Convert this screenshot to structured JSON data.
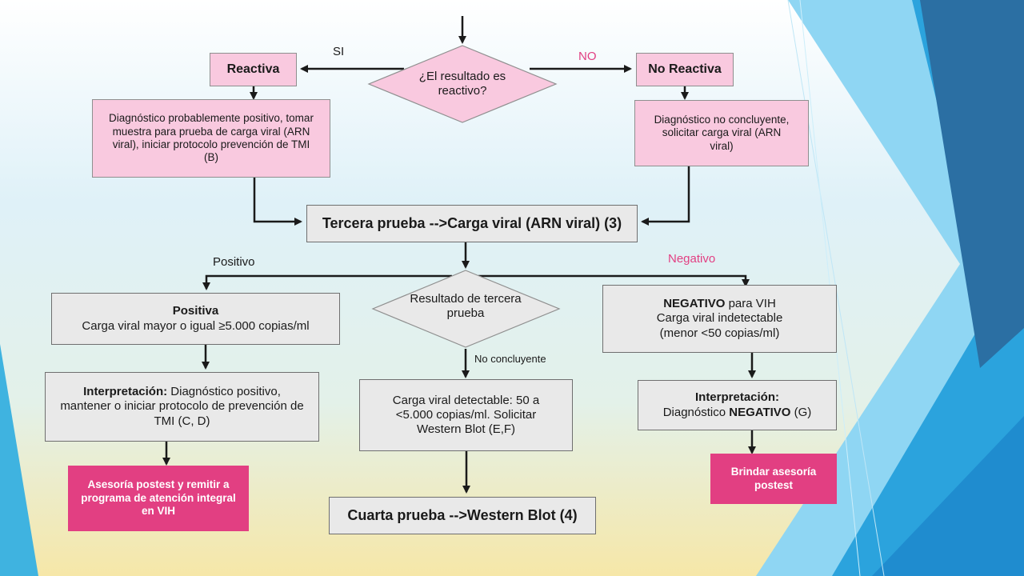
{
  "colors": {
    "pink_fill": "#f9c9df",
    "grey_fill": "#e9e9e9",
    "magenta_fill": "#e23f82",
    "negative_label": "#e23f82",
    "arrow": "#1a1a1a"
  },
  "decision1": {
    "text": "¿El resultado es reactivo?"
  },
  "branch_labels": {
    "si": "SI",
    "no": "NO",
    "positivo": "Positivo",
    "negativo": "Negativo",
    "no_concluyente": "No concluyente"
  },
  "reactiva": "Reactiva",
  "no_reactiva": "No Reactiva",
  "diag_probable": "Diagnóstico probablemente positivo, tomar muestra para prueba de carga viral (ARN viral), iniciar protocolo prevención de TMI (B)",
  "diag_no_concluyente": "Diagnóstico no concluyente, solicitar carga viral (ARN viral)",
  "tercera_prueba": "Tercera prueba  -->Carga viral (ARN viral) (3)",
  "decision2": {
    "text": "Resultado de tercera prueba"
  },
  "positiva": {
    "title": "Positiva",
    "text": "Carga viral mayor o igual ≥5.000 copias/ml"
  },
  "interp_pos": {
    "label": "Interpretación:",
    "text": " Diagnóstico positivo, mantener o iniciar protocolo de prevención de TMI (C, D)"
  },
  "asesoria_remitir": "Asesoría postest y remitir a programa de atención integral en VIH",
  "carga_detectable": "Carga viral detectable: 50 a <5.000 copias/ml. Solicitar Western Blot (E,F)",
  "cuarta_prueba": "Cuarta prueba -->Western Blot (4)",
  "negativo_box": {
    "title": "NEGATIVO",
    "title_suffix": " para VIH",
    "line2": "Carga viral indetectable",
    "line3": "(menor <50 copias/ml)"
  },
  "interp_neg": {
    "label": "Interpretación:",
    "prefix": "Diagnóstico ",
    "bold": "NEGATIVO",
    "suffix": " (G)"
  },
  "asesoria_postest": "Brindar asesoría postest"
}
